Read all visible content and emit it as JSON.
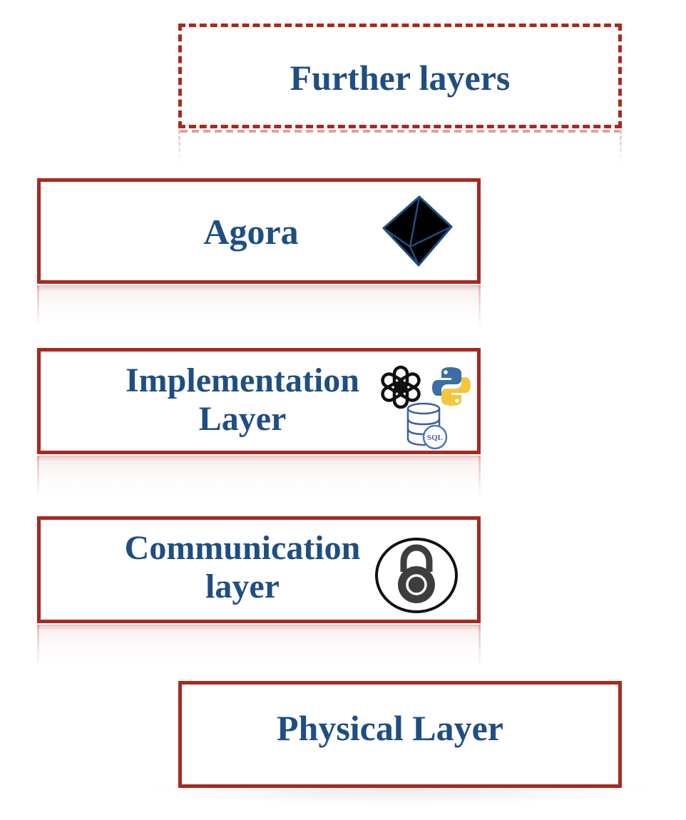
{
  "layers": {
    "further": {
      "label": "Further layers"
    },
    "agora": {
      "label": "Agora",
      "icon": "octahedron-icon"
    },
    "implementation": {
      "label_line1": "Implementation",
      "label_line2": "Layer",
      "icons": [
        "openai-icon",
        "python-icon",
        "sql-database-icon"
      ],
      "sql_badge": "SQL"
    },
    "communication": {
      "label_line1": "Communication",
      "label_line2": "layer",
      "icon": "padlock-icon"
    },
    "physical": {
      "label": "Physical Layer"
    }
  },
  "colors": {
    "border": "#a8291f",
    "text": "#1f4e82"
  }
}
